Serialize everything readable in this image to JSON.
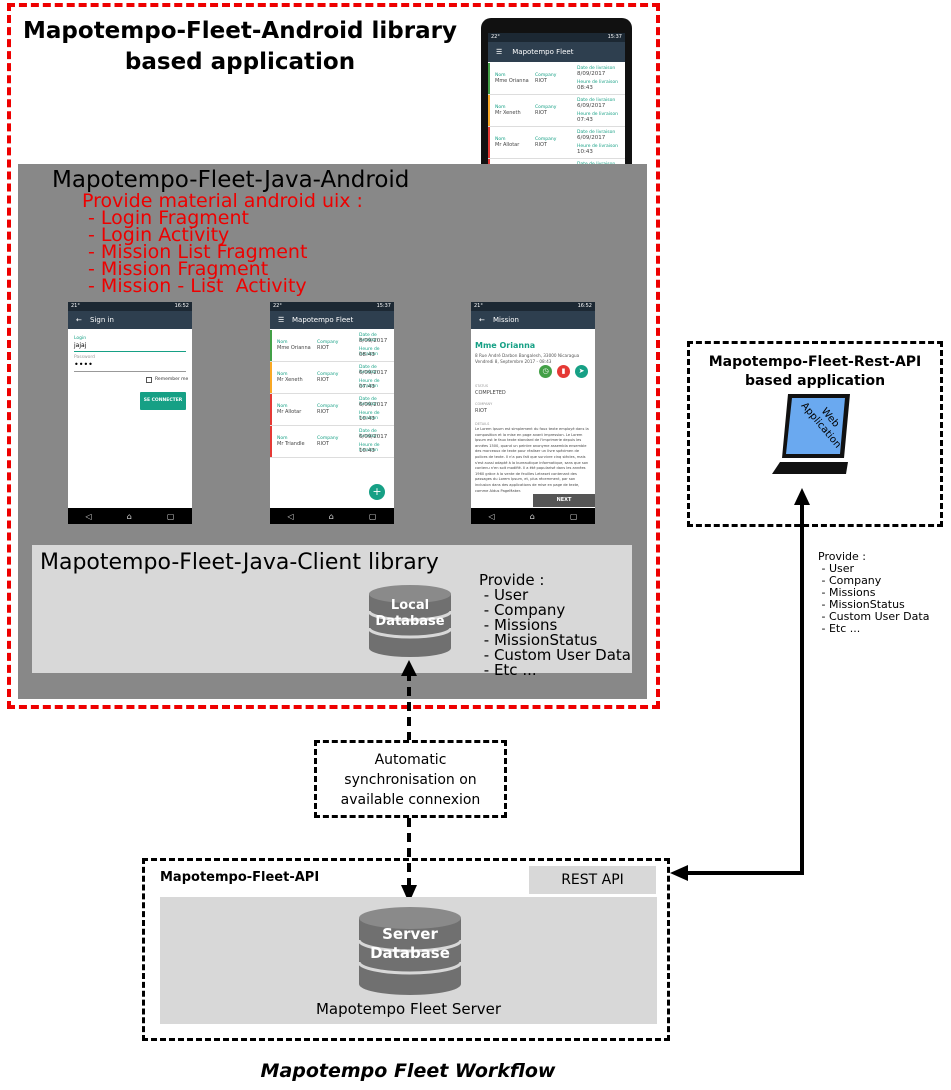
{
  "android_app": {
    "title_line1": "Mapotempo-Fleet-Android library",
    "title_line2": "based application"
  },
  "java_android": {
    "title": "Mapotempo-Fleet-Java-Android",
    "features": [
      "Provide material android uix :",
      " - Login Fragment",
      " - Login Activity",
      " - Mission List Fragment",
      " - Mission Fragment",
      " - Mission - List  Activity"
    ]
  },
  "phones": {
    "signin": {
      "status_left": "21°",
      "status_right": "16:52",
      "appbar_title": "Sign in",
      "login_label": "Login",
      "login_value": "jajaj",
      "password_label": "Password",
      "password_value": "••••",
      "remember_label": "Remember me",
      "connect_button": "SE CONNECTER"
    },
    "list": {
      "status_left": "22°",
      "status_right": "15:37",
      "appbar_title": "Mapotempo Fleet",
      "field_name": "Nom",
      "field_company": "Company",
      "field_date": "Date de livraison",
      "field_time": "Heure de livraison",
      "rows": [
        {
          "name": "Mme Orianna",
          "company": "RIOT",
          "date": "8/09/2017",
          "time": "08:43",
          "color": "#43a047"
        },
        {
          "name": "Mr Xeneth",
          "company": "RIOT",
          "date": "6/09/2017",
          "time": "07:43",
          "color": "#f9a825"
        },
        {
          "name": "Mr Allotar",
          "company": "RIOT",
          "date": "6/09/2017",
          "time": "10:43",
          "color": "#e53935"
        },
        {
          "name": "Mr Triandle",
          "company": "RIOT",
          "date": "6/09/2017",
          "time": "10:43",
          "color": "#e53935"
        }
      ]
    },
    "mission": {
      "status_left": "21°",
      "status_right": "16:52",
      "appbar_title": "Mission",
      "name": "Mme Orianna",
      "address": "8 Rue André Darbon Bangalesh, 33000 Nicaragua",
      "datetime": "Vendredi 8, Septembre 2017 - 08:43",
      "status_label": "STATUS",
      "status_value": "COMPLETED",
      "company_label": "COMPANY",
      "company_value": "RIOT",
      "details_label": "DETAILS",
      "details_text": "Le Lorem Ipsum est simplement du faux texte employé dans la composition et la mise en page avant impression. Le Lorem Ipsum est le faux texte standard de l'imprimerie depuis les années 1500, quand un peintre anonyme assembla ensemble des morceaux de texte pour réaliser un livre spécimen de polices de texte. Il n'a pas fait que survivre cinq siècles, mais s'est aussi adapté à la bureautique informatique, sans que son contenu n'en soit modifié. Il a été popularisé dans les années 1960 grâce à la vente de feuilles Letraset contenant des passages du Lorem Ipsum, et, plus récemment, par son inclusion dans des applications de mise en page de texte, comme Aldus PageMaker.",
      "next_button": "NEXT"
    }
  },
  "client_library": {
    "title": "Mapotempo-Fleet-Java-Client library",
    "database_line1": "Local",
    "database_line2": "Database",
    "provide": [
      "Provide :",
      " - User",
      " - Company",
      " - Missions",
      " - MissionStatus",
      " - Custom User Data",
      " - Etc ..."
    ]
  },
  "rest_app": {
    "title_line1": "Mapotempo-Fleet-Rest-API",
    "title_line2": "based application",
    "laptop_label_line1": "Web",
    "laptop_label_line2": "Application",
    "provide": [
      "Provide :",
      " - User",
      " - Company",
      " - Missions",
      " - MissionStatus",
      " - Custom User Data",
      " - Etc ..."
    ]
  },
  "sync": {
    "line1": "Automatic",
    "line2": "synchronisation on",
    "line3": "available connexion"
  },
  "api": {
    "title": "Mapotempo-Fleet-API",
    "rest_api": "REST API",
    "database_line1": "Server",
    "database_line2": "Database",
    "server_label": "Mapotempo Fleet Server"
  },
  "footer": {
    "title": "Mapotempo Fleet Workflow"
  },
  "colors": {
    "dashed_red": "#e00000",
    "panel_gray": "#888888",
    "light_gray": "#d8d8d8",
    "accent_teal": "#16a085",
    "database_gray": "#707070",
    "laptop_screen": "#6aa9f0"
  }
}
